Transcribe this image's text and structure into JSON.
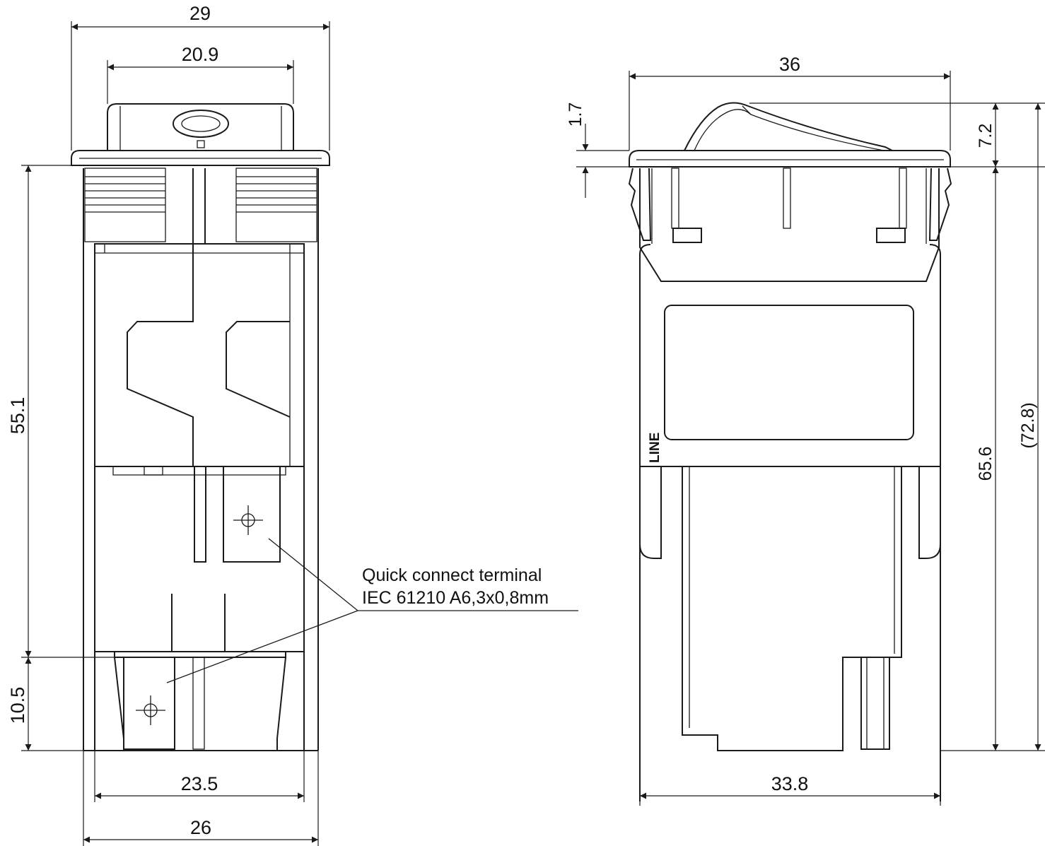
{
  "dimensions": {
    "front_overall_width": "29",
    "front_rocker_width": "20.9",
    "front_body_height": "55.1",
    "front_lower_height": "10.5",
    "front_body_width": "23.5",
    "front_bezel_width": "26",
    "side_overall_width": "36",
    "side_top_offset": "1.7",
    "side_rocker_height": "7.2",
    "side_body_height": "65.6",
    "side_total_height": "(72.8)",
    "side_body_width": "33.8"
  },
  "annotation": {
    "line1": "Quick connect terminal",
    "line2": "IEC 61210 A6,3x0,8mm"
  },
  "side_label": "LINE"
}
